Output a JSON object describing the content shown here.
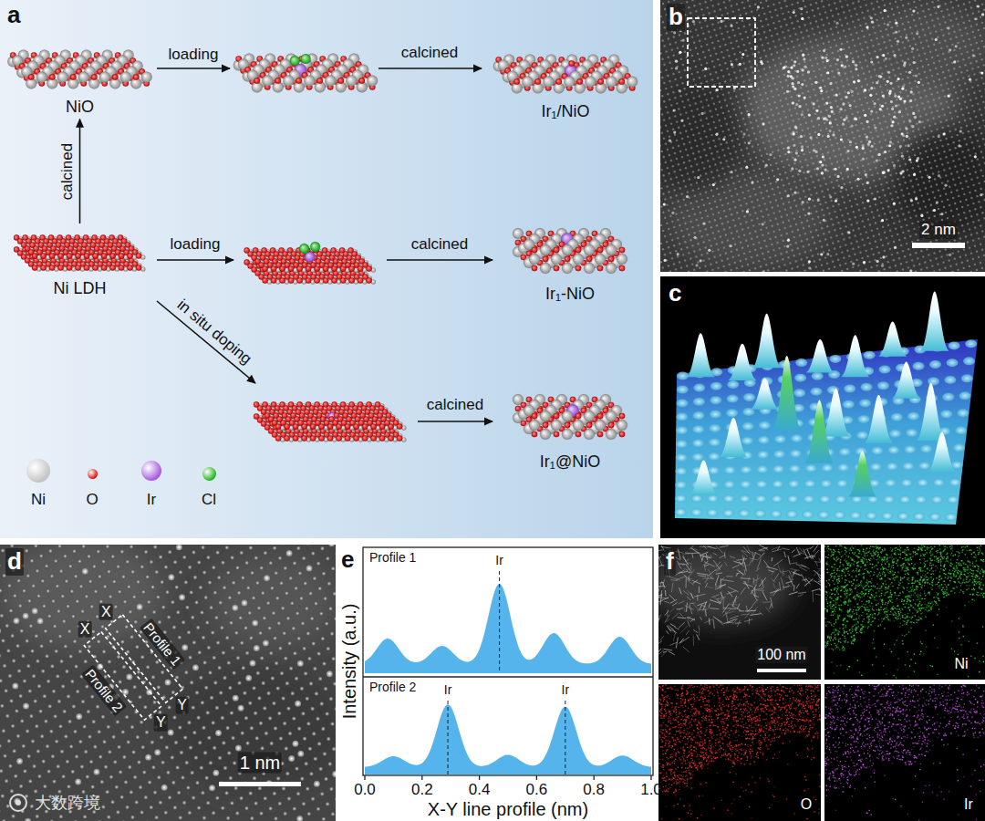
{
  "diagram": {
    "nodes": [
      {
        "text": [
          "a"
        ]
      },
      {
        "text": [
          "NiO"
        ],
        "in": 0
      },
      {
        "text": [
          "Ir₁/NiO"
        ],
        "in": 0
      },
      {
        "text": [
          "Ni LDH"
        ],
        "in": 0
      },
      {
        "text": [
          "Ir₁-NiO"
        ],
        "in": 0
      },
      {
        "text": [
          "Ir₁@NiO"
        ],
        "in": 0
      }
    ],
    "edges": [
      {
        "from": 3,
        "to": 1,
        "arrow": "to",
        "label": "calcined"
      }
    ],
    "labels": [
      "loading",
      "calcined",
      "loading",
      "calcined",
      "in situ doping",
      "calcined",
      "b",
      "2 nm",
      "c",
      "d",
      "X",
      "Profile 1",
      "Y",
      "X",
      "Profile 2",
      "Y",
      "1 nm",
      "大数跨境",
      "e",
      "Profile 1",
      "Ir",
      "Profile 2",
      "Ir",
      "Ir",
      "Intensity (a.u.)",
      "0.0",
      "0.2",
      "0.4",
      "0.6",
      "0.8",
      "1.0",
      "X-Y line profile (nm)",
      "f",
      "100 nm",
      "Ni",
      "O",
      "Ir"
    ],
    "legend": [
      {
        "text": "Ni",
        "color": "#c4c4c4"
      },
      {
        "text": "O",
        "color": "#e01010"
      },
      {
        "text": "Ir",
        "color": "#a65be0"
      },
      {
        "text": "Cl",
        "color": "#1fb41f"
      }
    ]
  }
}
